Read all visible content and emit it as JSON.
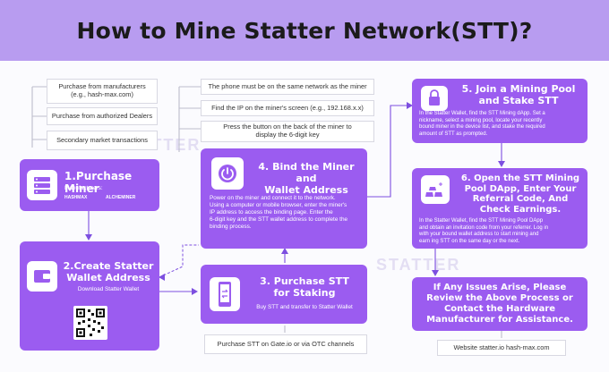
{
  "title": "How to Mine Statter Network(STT)?",
  "watermark": "STATTER",
  "purchase_sources": [
    "Purchase from manufacturers\n(e.g., hash-max.com)",
    "Purchase from authorized Dealers",
    "Secondary market transactions"
  ],
  "bind_steps": [
    "The phone must be on the same network as the miner",
    "Find the IP on the miner's screen (e.g., 192.168.x.x)",
    "Press the button on the back of the miner to\ndisplay the 6-digit key"
  ],
  "step1": {
    "title": "1.Purchase  Miner",
    "sub": "Manufacturers:",
    "logos": [
      "HASHMAX",
      "ALCHEMINER"
    ]
  },
  "step2": {
    "title": "2.Create Statter\nWallet Address",
    "sub": "Download Statter Wallet"
  },
  "step3": {
    "title": "3. Purchase STT\nfor Staking",
    "sub": "Buy STT and transfer to Statter Wallet"
  },
  "step3_note": "Purchase STT on Gate.io or via OTC channels",
  "step4": {
    "title": "4. Bind the Miner and\nWallet Address",
    "desc": "Power on the miner and connect it to the network.\nUsing a computer or mobile browser, enter the miner's\nIP address to access the binding page. Enter the\n6-digit key and the STT wallet address to complete the\nbinding process."
  },
  "step5": {
    "title": "5. Join a Mining Pool\nand Stake STT",
    "desc": "In the Statter Wallet, find the STT Mining dApp. Set a\nnickname, select a mining pool, locate your recently\nbound miner in the device list, and stake the required\namount of STT as prompted."
  },
  "step6": {
    "title": "6. Open the STT Mining\nPool DApp, Enter Your\nReferral Code, And\nCheck Earnings.",
    "desc": "In the Statter Wallet, find the STT Mining Pool DApp\nand obtain an invitation code from your referrer. Log in\nwith your bound wallet address to start mining and\nearn ing STT on the same day or the next."
  },
  "help": {
    "text": "If Any Issues Arise, Please\nReview the Above Process or\nContact the Hardware\nManufacturer for Assistance."
  },
  "website": "Website  statter.io  hash-max.com",
  "colors": {
    "accent": "#9b5cf0",
    "title_bg": "#b89cf0"
  }
}
